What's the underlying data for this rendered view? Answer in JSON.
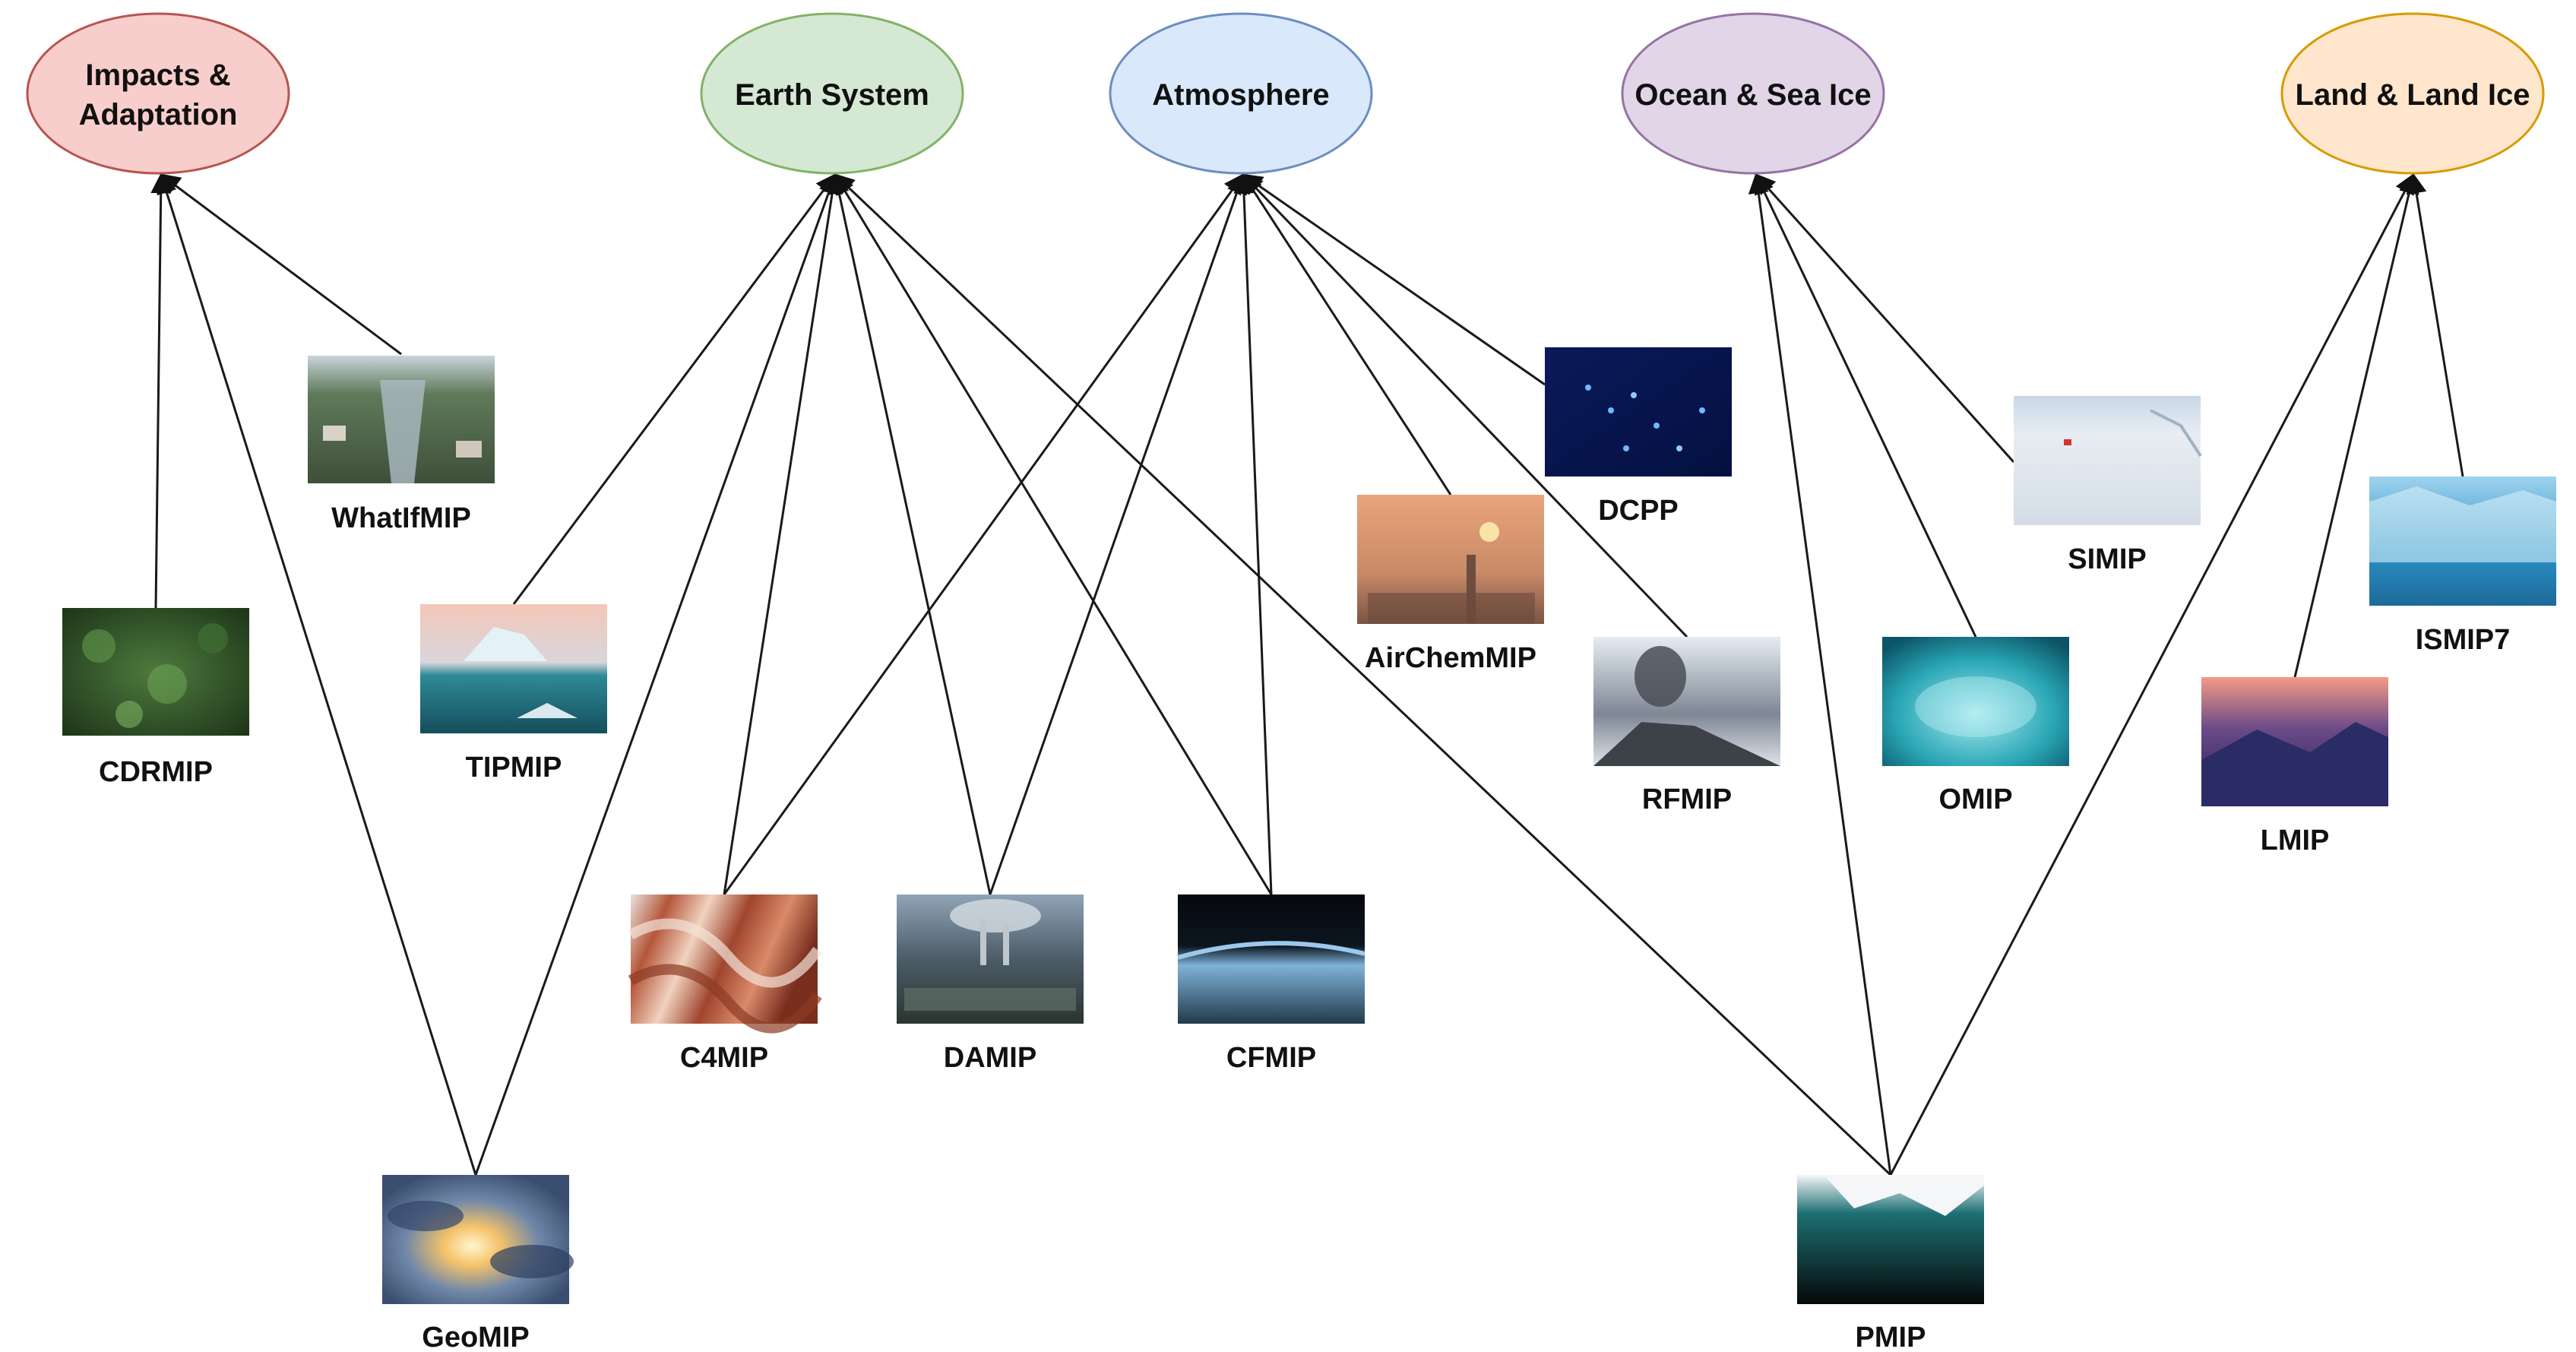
{
  "categories": [
    {
      "id": "impacts",
      "lines": [
        "Impacts &",
        "Adaptation"
      ],
      "fill": "#f8cecc",
      "stroke": "#b85450"
    },
    {
      "id": "earth",
      "lines": [
        "Earth System"
      ],
      "fill": "#d5e8d4",
      "stroke": "#82b366"
    },
    {
      "id": "atmosphere",
      "lines": [
        "Atmosphere"
      ],
      "fill": "#dae8fc",
      "stroke": "#6c8ebf"
    },
    {
      "id": "ocean",
      "lines": [
        "Ocean & Sea Ice"
      ],
      "fill": "#e1d5e7",
      "stroke": "#9673a6"
    },
    {
      "id": "land",
      "lines": [
        "Land & Land Ice"
      ],
      "fill": "#ffe6cc",
      "stroke": "#d79b00"
    }
  ],
  "mips": [
    {
      "id": "whatifmip",
      "label": "WhatIfMIP",
      "image": "flooded-town-photo"
    },
    {
      "id": "cdrmip",
      "label": "CDRMIP",
      "image": "forest-canopy-photo"
    },
    {
      "id": "tipmip",
      "label": "TIPMIP",
      "image": "iceberg-photo"
    },
    {
      "id": "geomip",
      "label": "GeoMIP",
      "image": "sunlit-clouds-photo"
    },
    {
      "id": "c4mip",
      "label": "C4MIP",
      "image": "rock-strata-photo"
    },
    {
      "id": "damip",
      "label": "DAMIP",
      "image": "industrial-smoke-photo"
    },
    {
      "id": "cfmip",
      "label": "CFMIP",
      "image": "earth-from-space-photo"
    },
    {
      "id": "airchemmip",
      "label": "AirChemMIP",
      "image": "smoggy-city-sunset-photo"
    },
    {
      "id": "dcpp",
      "label": "DCPP",
      "image": "digital-dots-photo"
    },
    {
      "id": "rfmip",
      "label": "RFMIP",
      "image": "volcano-eruption-photo"
    },
    {
      "id": "simip",
      "label": "SIMIP",
      "image": "sea-ice-photo"
    },
    {
      "id": "omip",
      "label": "OMIP",
      "image": "underwater-ocean-photo"
    },
    {
      "id": "pmip",
      "label": "PMIP",
      "image": "ice-core-wave-photo"
    },
    {
      "id": "lmip",
      "label": "LMIP",
      "image": "mountain-dusk-photo"
    },
    {
      "id": "ismip7",
      "label": "ISMIP7",
      "image": "glacier-front-photo"
    }
  ],
  "edges": [
    [
      "cdrmip",
      "impacts"
    ],
    [
      "whatifmip",
      "impacts"
    ],
    [
      "geomip",
      "impacts"
    ],
    [
      "tipmip",
      "earth"
    ],
    [
      "geomip",
      "earth"
    ],
    [
      "c4mip",
      "earth"
    ],
    [
      "damip",
      "earth"
    ],
    [
      "cfmip",
      "earth"
    ],
    [
      "pmip",
      "earth"
    ],
    [
      "c4mip",
      "atmosphere"
    ],
    [
      "damip",
      "atmosphere"
    ],
    [
      "cfmip",
      "atmosphere"
    ],
    [
      "airchemmip",
      "atmosphere"
    ],
    [
      "dcpp",
      "atmosphere"
    ],
    [
      "rfmip",
      "atmosphere"
    ],
    [
      "pmip",
      "ocean"
    ],
    [
      "omip",
      "ocean"
    ],
    [
      "simip",
      "ocean"
    ],
    [
      "pmip",
      "land"
    ],
    [
      "lmip",
      "land"
    ],
    [
      "ismip7",
      "land"
    ]
  ]
}
